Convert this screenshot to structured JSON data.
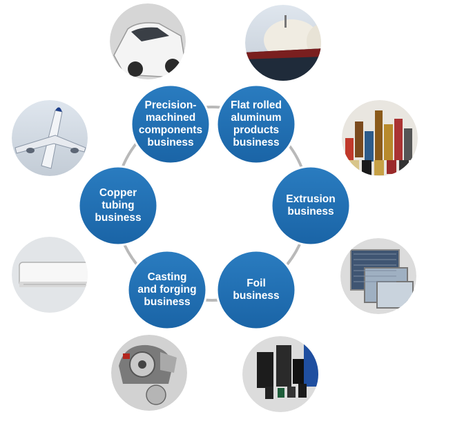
{
  "colors": {
    "node_fill": "#1f6fb2",
    "node_stroke": "#ffffff",
    "ring": "#b9b9b9",
    "photo_bg": "#d4d4d4",
    "label_text": "#ffffff"
  },
  "nodes": [
    {
      "id": "precision-machined",
      "label": "Precision-\nmachined\ncomponents\nbusiness"
    },
    {
      "id": "flat-rolled",
      "label": "Flat rolled\naluminum\nproducts\nbusiness"
    },
    {
      "id": "extrusion",
      "label": "Extrusion\nbusiness"
    },
    {
      "id": "foil",
      "label": "Foil\nbusiness"
    },
    {
      "id": "casting-forging",
      "label": "Casting\nand forging\nbusiness"
    },
    {
      "id": "copper-tubing",
      "label": "Copper\ntubing\nbusiness"
    }
  ],
  "photos": [
    {
      "id": "car",
      "icon": "car-icon"
    },
    {
      "id": "lng-ship",
      "icon": "ship-icon"
    },
    {
      "id": "cans-bottles",
      "icon": "cans-icon"
    },
    {
      "id": "radiator",
      "icon": "radiator-icon"
    },
    {
      "id": "capacitors",
      "icon": "capacitor-icon"
    },
    {
      "id": "turbocharger",
      "icon": "turbocharger-icon"
    },
    {
      "id": "air-conditioner",
      "icon": "air-conditioner-icon"
    },
    {
      "id": "airplane",
      "icon": "airplane-icon"
    }
  ]
}
